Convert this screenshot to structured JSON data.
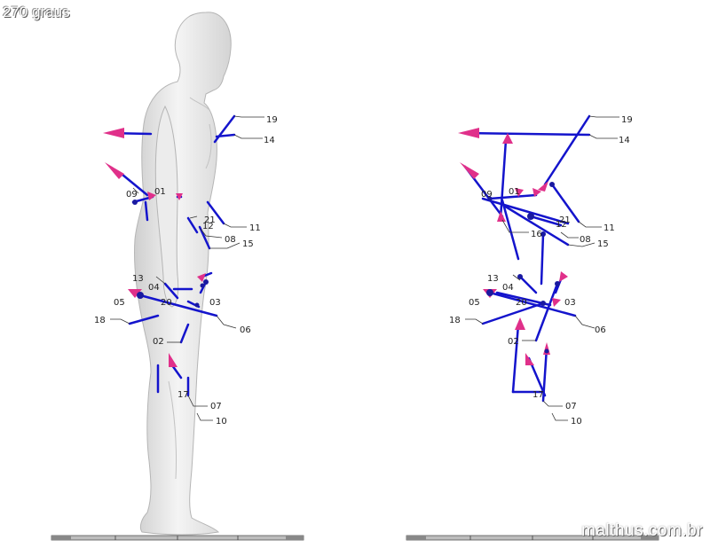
{
  "header": {
    "view_angle": "270 graus"
  },
  "footer": {
    "site": "malthus.com.br"
  },
  "colors": {
    "vector": "#1414cc",
    "arrowhead": "#e0308a",
    "joint": "#1a1aa0",
    "body": "#e6e6e6"
  },
  "left_view": {
    "labels": [
      {
        "id": "19",
        "text": "19"
      },
      {
        "id": "14",
        "text": "14"
      },
      {
        "id": "09",
        "text": "09"
      },
      {
        "id": "01",
        "text": "01"
      },
      {
        "id": "21",
        "text": "21"
      },
      {
        "id": "12",
        "text": "12"
      },
      {
        "id": "11",
        "text": "11"
      },
      {
        "id": "08",
        "text": "08"
      },
      {
        "id": "15",
        "text": "15"
      },
      {
        "id": "13",
        "text": "13"
      },
      {
        "id": "04",
        "text": "04"
      },
      {
        "id": "20",
        "text": "20"
      },
      {
        "id": "03",
        "text": "03"
      },
      {
        "id": "05",
        "text": "05"
      },
      {
        "id": "06",
        "text": "06"
      },
      {
        "id": "18",
        "text": "18"
      },
      {
        "id": "02",
        "text": "02"
      },
      {
        "id": "17",
        "text": "17"
      },
      {
        "id": "07",
        "text": "07"
      },
      {
        "id": "10",
        "text": "10"
      }
    ]
  },
  "right_view": {
    "labels": [
      {
        "id": "19",
        "text": "19"
      },
      {
        "id": "14",
        "text": "14"
      },
      {
        "id": "09",
        "text": "09"
      },
      {
        "id": "01",
        "text": "01"
      },
      {
        "id": "21",
        "text": "21"
      },
      {
        "id": "12",
        "text": "12"
      },
      {
        "id": "16",
        "text": "16"
      },
      {
        "id": "11",
        "text": "11"
      },
      {
        "id": "08",
        "text": "08"
      },
      {
        "id": "15",
        "text": "15"
      },
      {
        "id": "13",
        "text": "13"
      },
      {
        "id": "04",
        "text": "04"
      },
      {
        "id": "20",
        "text": "20"
      },
      {
        "id": "03",
        "text": "03"
      },
      {
        "id": "05",
        "text": "05"
      },
      {
        "id": "06",
        "text": "06"
      },
      {
        "id": "18",
        "text": "18"
      },
      {
        "id": "02",
        "text": "02"
      },
      {
        "id": "17",
        "text": "17"
      },
      {
        "id": "07",
        "text": "07"
      },
      {
        "id": "10",
        "text": "10"
      }
    ]
  }
}
